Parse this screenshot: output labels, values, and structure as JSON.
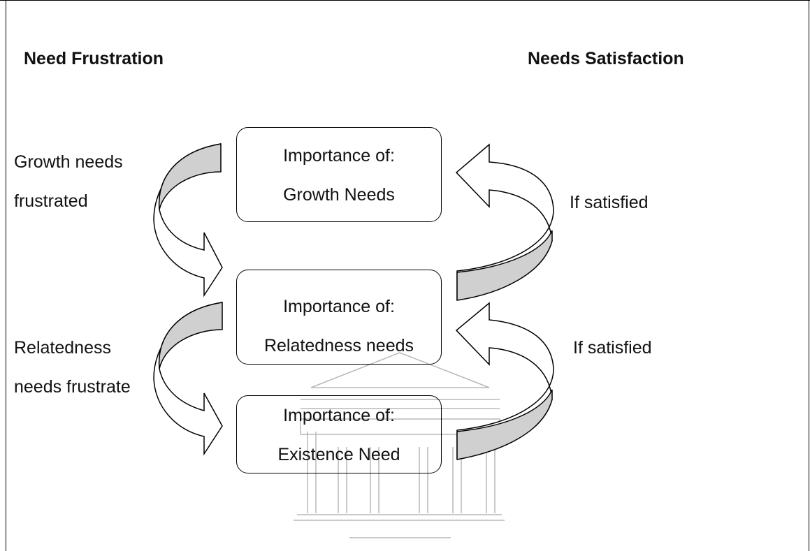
{
  "headings": {
    "left": "Need Frustration",
    "right": "Needs Satisfaction"
  },
  "left_labels": {
    "growth_line1": "Growth  needs",
    "growth_line2": "frustrated",
    "related_line1": "Relatedness",
    "related_line2": "needs frustrate"
  },
  "right_labels": {
    "upper": "If satisfied",
    "lower": "If satisfied"
  },
  "boxes": [
    {
      "line1": "Importance of:",
      "line2": "Growth Needs"
    },
    {
      "line1": "Importance of:",
      "line2": "Relatedness needs"
    },
    {
      "line1": "Importance of:",
      "line2": "Existence Need"
    }
  ],
  "colors": {
    "arrow_fill": "#d0d0d0",
    "stroke": "#000000",
    "watermark": "#b8b8b8"
  }
}
